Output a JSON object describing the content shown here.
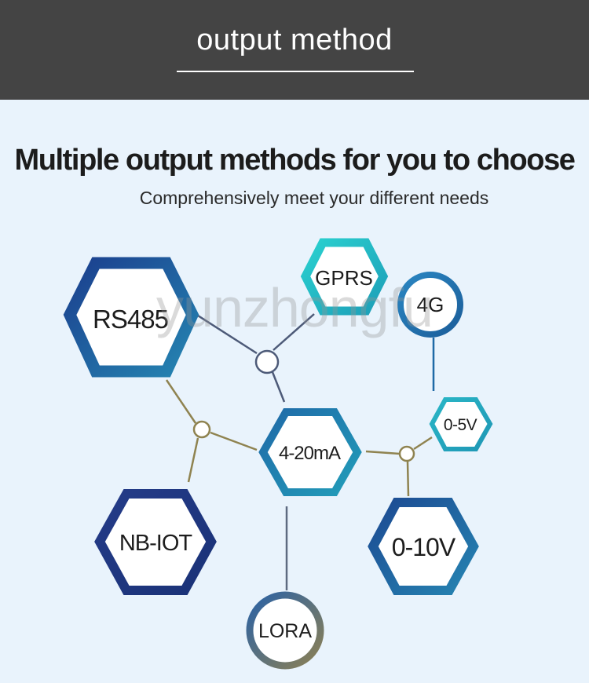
{
  "header": {
    "title": "output method"
  },
  "headline": "Multiple output methods for you to choose",
  "subhead": "Comprehensively meet your different needs",
  "watermark": "yunzhongfu",
  "nodes": {
    "rs485": "RS485",
    "gprs": "GPRS",
    "four_g": "4G",
    "four_twenty_ma": "4-20mA",
    "zero_five_v": "0-5V",
    "nb_iot": "NB-IOT",
    "zero_ten_v": "0-10V",
    "lora": "LORA"
  },
  "colors": {
    "header_bg": "#444444",
    "page_bg": "#e9f3fc",
    "teal": "#22b3c1",
    "blue": "#1f6aa6",
    "navy": "#1e3c86",
    "connector_gold": "#8f8350",
    "connector_slate": "#4d5a78"
  }
}
